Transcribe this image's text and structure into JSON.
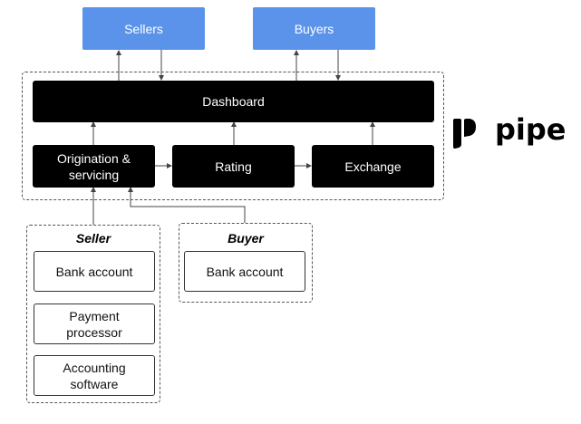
{
  "top": {
    "sellers_label": "Sellers",
    "buyers_label": "Buyers"
  },
  "platform": {
    "dashboard_label": "Dashboard",
    "origination_label": "Origination &\nservicing",
    "rating_label": "Rating",
    "exchange_label": "Exchange"
  },
  "seller_group": {
    "title": "Seller",
    "items": [
      "Bank account",
      "Payment\nprocessor",
      "Accounting\nsoftware"
    ]
  },
  "buyer_group": {
    "title": "Buyer",
    "items": [
      "Bank account"
    ]
  },
  "logo": {
    "text": "pipe",
    "icon": "pipe-logo-icon"
  },
  "colors": {
    "blue": "#5b93ea",
    "black": "#000000",
    "connector": "#444444"
  }
}
